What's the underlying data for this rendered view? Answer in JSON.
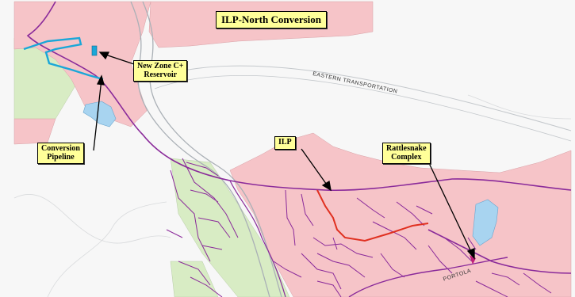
{
  "map": {
    "title": "ILP-North Conversion",
    "callouts": {
      "zone_reservoir": [
        "New Zone C+",
        "Reservoir"
      ],
      "conversion_pipeline": [
        "Conversion",
        "Pipeline"
      ],
      "ilp": "ILP",
      "rattlesnake": [
        "Rattlesnake",
        "Complex"
      ]
    },
    "street_labels": {
      "eastern": "EASTERN TRANSPORTATION",
      "portola": "PORTOLA"
    },
    "colors": {
      "pink_zone": "#f6c4c8",
      "green_zone": "#d8ecc4",
      "water": "#a8d4f0",
      "pipeline_blue": "#1aa7d8",
      "ilp_red": "#e03020",
      "road_purple": "#8a2a9a",
      "callout_fill": "#ffff99"
    }
  }
}
